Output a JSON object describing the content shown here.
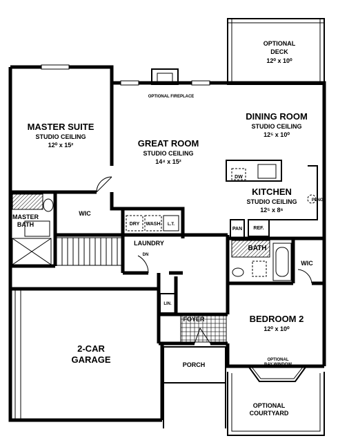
{
  "rooms": {
    "optional_deck": {
      "line1": "OPTIONAL",
      "line2": "DECK",
      "dims": "12⁰ x 10⁰"
    },
    "optional_fireplace": "OPTIONAL FIREPLACE",
    "master_suite": {
      "name": "MASTER SUITE",
      "ceiling": "STUDIO CEILING",
      "dims": "12⁰ x 15²"
    },
    "great_room": {
      "name": "GREAT ROOM",
      "ceiling": "STUDIO CEILING",
      "dims": "14⁴ x 15²"
    },
    "dining_room": {
      "name": "DINING ROOM",
      "ceiling": "STUDIO CEILING",
      "dims": "12⁵ x 10⁰"
    },
    "kitchen": {
      "name": "KITCHEN",
      "ceiling": "STUDIO CEILING",
      "dims": "12⁵ x 8⁶"
    },
    "wic_master": "WIC",
    "master_bath": {
      "line1": "MASTER",
      "line2": "BATH"
    },
    "laundry": "LAUNDRY",
    "bath": "BATH",
    "wic_bed2": "WIC",
    "bedroom2": {
      "name": "BEDROOM 2",
      "dims": "12⁰ x 10⁰"
    },
    "garage": {
      "line1": "2-CAR",
      "line2": "GARAGE"
    },
    "foyer": "FOYER",
    "porch": "PORCH",
    "linen": "LIN.",
    "optional_bay": {
      "line1": "OPTIONAL",
      "line2": "BAY WINDOW"
    },
    "optional_courtyard": {
      "line1": "OPTIONAL",
      "line2": "COURTYARD"
    }
  },
  "fixtures": {
    "dw": "DW",
    "ref": "REF.",
    "pan": "PAN",
    "dry": "DRY",
    "wash": "WASH",
    "lt": "L.T.",
    "dn": "DN",
    "plnt": "PLNG."
  }
}
